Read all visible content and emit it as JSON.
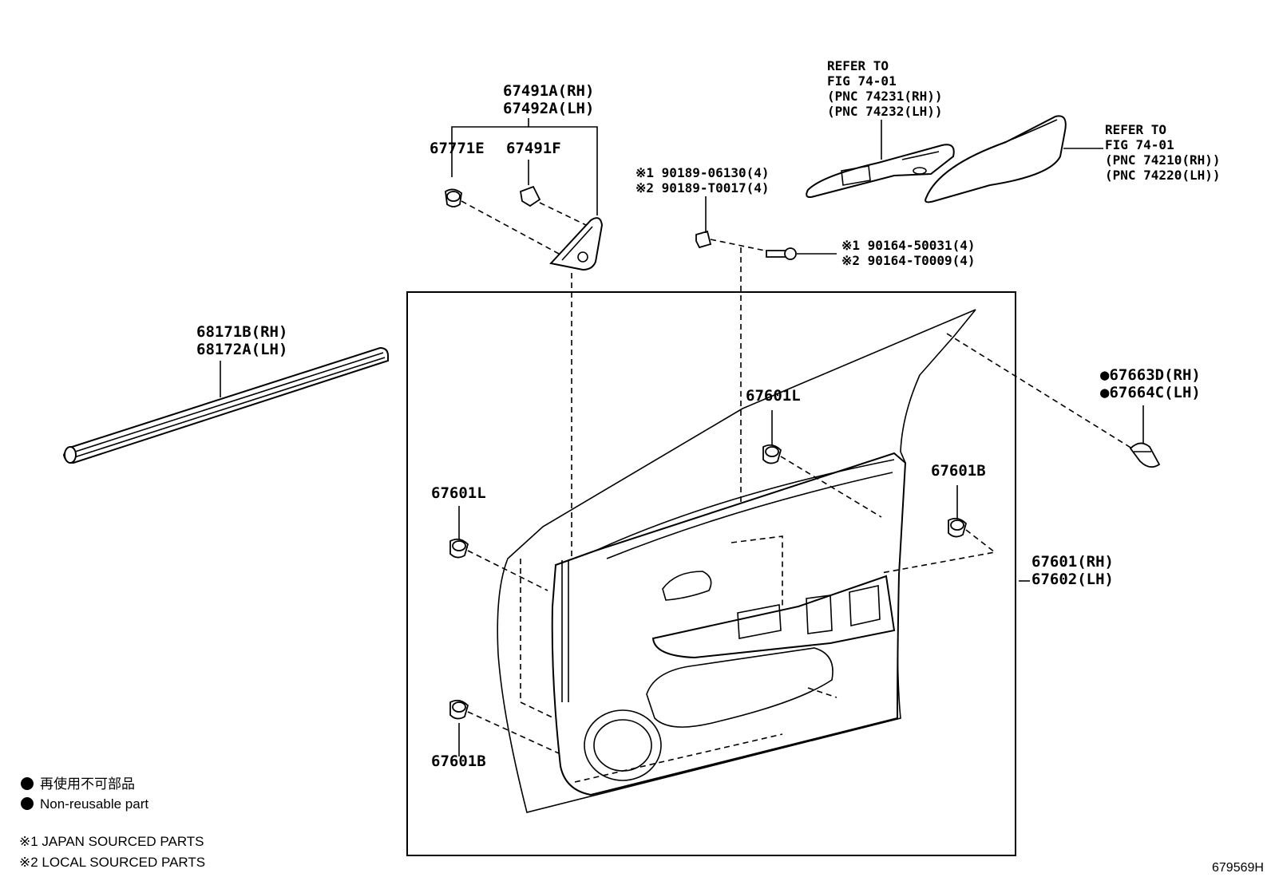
{
  "figure_code": "679569H",
  "callouts": {
    "upper_garnish": [
      "67491A(RH)",
      "67492A(LH)"
    ],
    "garnish_clip": "67771E",
    "garnish_retainer": "67491F",
    "screw_nut": [
      "※1 90189-06130(4)",
      "※2 90189-T0017(4)"
    ],
    "screw": [
      "※1 90164-50031(4)",
      "※2 90164-T0009(4)"
    ],
    "switch_base_ref": [
      "REFER TO",
      "FIG 74-01",
      "(PNC 74231(RH))",
      "(PNC 74232(LH))"
    ],
    "armrest_ref": [
      "REFER TO",
      "FIG 74-01",
      "(PNC 74210(RH))",
      "(PNC 74220(LH))"
    ],
    "weatherstrip": [
      "68171B(RH)",
      "68172A(LH)"
    ],
    "clip_upper_left": "67601L",
    "clip_upper_center": "67601L",
    "clip_right": "67601B",
    "clip_lower_left": "67601B",
    "corner_cover": [
      "●67663D(RH)",
      "●67664C(LH)"
    ],
    "door_trim_board": [
      "67601(RH)",
      "67602(LH)"
    ]
  },
  "legend": {
    "nonreusable_jp": "再使用不可部品",
    "nonreusable_en": "Non-reusable part",
    "japan_sourced": "※1 JAPAN SOURCED PARTS",
    "local_sourced": "※2 LOCAL SOURCED PARTS"
  }
}
